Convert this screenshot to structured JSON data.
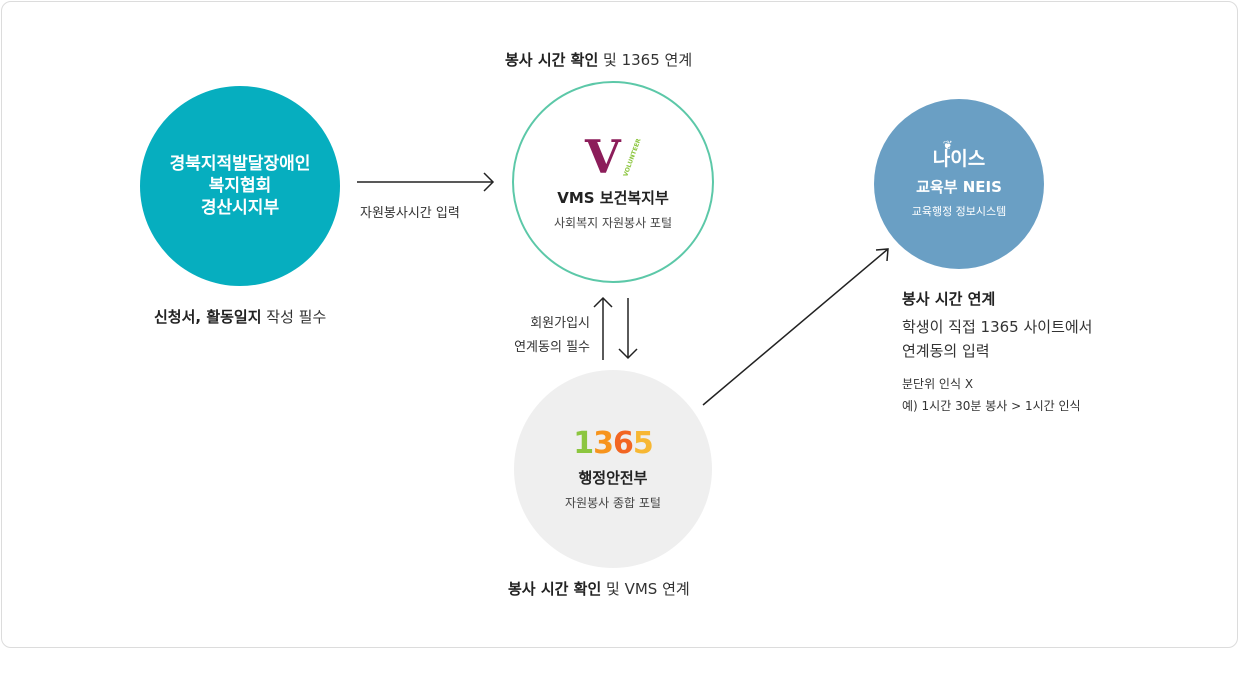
{
  "nodes": {
    "association": {
      "name_lines": [
        "경북지적발달장애인",
        "복지협회",
        "경산시지부"
      ],
      "color": "#06aebf"
    },
    "vms": {
      "logo_letter": "V",
      "logo_tag": "VOLUNTEER",
      "name": "VMS 보건복지부",
      "subtitle": "사회복지 자원봉사 포털",
      "border_color": "#5cc8a8"
    },
    "portal1365": {
      "logo": "1365",
      "name": "행정안전부",
      "subtitle": "자원봉사 종합 포털"
    },
    "neis": {
      "logo": "나이스",
      "name": "교육부 NEIS",
      "subtitle": "교육행정 정보시스템",
      "color": "#6a9fc4"
    }
  },
  "captions": {
    "vms_top_bold": "봉사 시간 확인",
    "vms_top_rest": " 및 1365 연계",
    "assoc_bottom_bold": "신청서, 활동일지",
    "assoc_bottom_rest": " 작성 필수",
    "p1365_bottom_bold": "봉사 시간 확인",
    "p1365_bottom_rest": " 및 VMS 연계"
  },
  "edges": {
    "assoc_to_vms": "자원봉사시간 입력",
    "vms_1365_line1": "회원가입시",
    "vms_1365_line2": "연계동의 필수"
  },
  "neis_info": {
    "heading": "봉사 시간 연계",
    "desc_line1": "학생이 직접 1365 사이트에서",
    "desc_line2": "연계동의 입력",
    "note1": "분단위 인식 X",
    "note2": "예) 1시간 30분 봉사 > 1시간 인식"
  }
}
